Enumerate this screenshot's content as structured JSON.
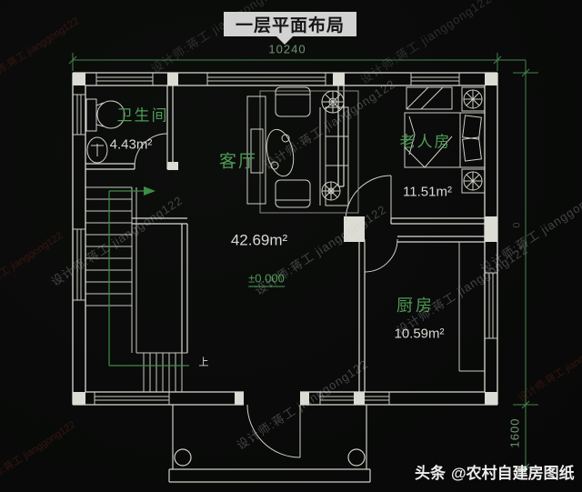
{
  "title": "一层平面布局",
  "dimensions": {
    "top_width": "10240",
    "porch_depth": "1600",
    "side_partial": "0"
  },
  "rooms": {
    "bathroom": {
      "name": "卫生间",
      "area": "4.43m²"
    },
    "living": {
      "name": "客厅",
      "area": "42.69m²",
      "level": "±0.000"
    },
    "bedroom": {
      "name": "老人房",
      "area": "11.51m²"
    },
    "kitchen": {
      "name": "厨房",
      "area": "10.59m²"
    }
  },
  "stairs": {
    "direction_label": "上"
  },
  "watermark": {
    "text": "设计师:蒋工 jianggong122"
  },
  "footer": {
    "brand": "头条",
    "handle": "@农村自建房图纸"
  },
  "colors": {
    "background": "#0a0b0a",
    "line_white": "#dcdcd4",
    "label_green": "#4e9b55",
    "dim_green": "#6f9472",
    "title_bg": "#d2d2d2",
    "footer_text": "#ededed"
  }
}
